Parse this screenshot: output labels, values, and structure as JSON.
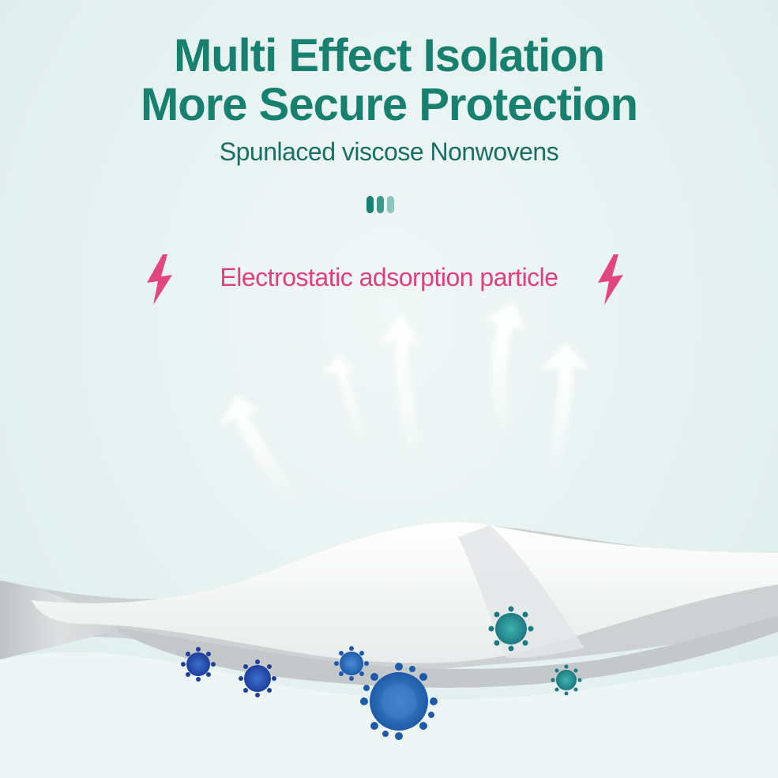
{
  "headline": {
    "line1": "Multi Effect Isolation",
    "line2": "More Secure Protection"
  },
  "subtitle": "Spunlaced viscose Nonwovens",
  "caption": "Electrostatic adsorption particle",
  "icons": {
    "divider": "three-bars-icon",
    "left_bolt": "lightning-bolt-icon",
    "right_bolt": "lightning-bolt-icon",
    "arrows": "curved-up-arrow-icon",
    "particles": "virus-particle-icon"
  },
  "colors": {
    "title": "#17806f",
    "caption": "#e03f7b",
    "background": "#e8f3f2"
  }
}
